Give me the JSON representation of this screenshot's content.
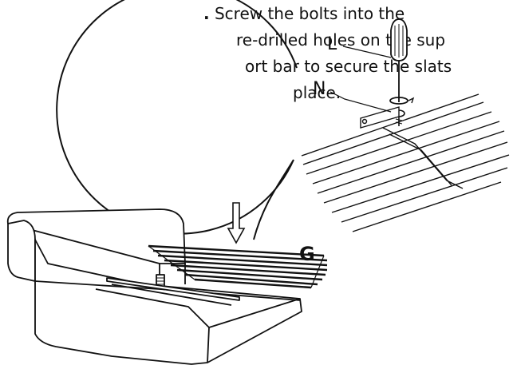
{
  "instruction": {
    "step_marker": ".",
    "lines": [
      "Screw the bolts into the",
      "re-drilled holes on the sup",
      "ort bar to secure the slats",
      "place."
    ]
  },
  "labels": {
    "tool": "L",
    "bolt": "N",
    "slats": "G"
  },
  "colors": {
    "ink": "#111111",
    "background": "#ffffff"
  }
}
